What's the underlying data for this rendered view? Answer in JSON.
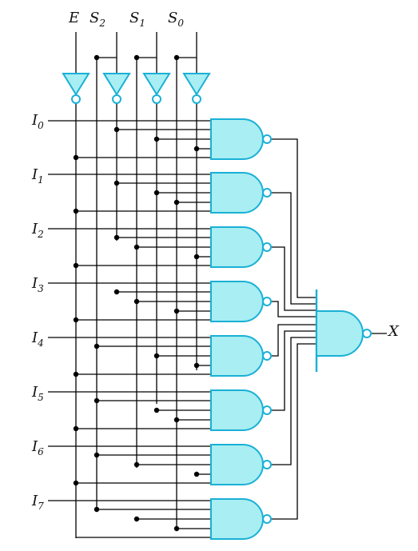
{
  "top_inputs": [
    {
      "letter": "E",
      "sub": ""
    },
    {
      "letter": "S",
      "sub": "2"
    },
    {
      "letter": "S",
      "sub": "1"
    },
    {
      "letter": "S",
      "sub": "0"
    }
  ],
  "data_inputs": [
    {
      "letter": "I",
      "sub": "0"
    },
    {
      "letter": "I",
      "sub": "1"
    },
    {
      "letter": "I",
      "sub": "2"
    },
    {
      "letter": "I",
      "sub": "3"
    },
    {
      "letter": "I",
      "sub": "4"
    },
    {
      "letter": "I",
      "sub": "5"
    },
    {
      "letter": "I",
      "sub": "6"
    },
    {
      "letter": "I",
      "sub": "7"
    }
  ],
  "output_label": "X",
  "colors": {
    "gate_fill": "#a8eef2",
    "gate_stroke": "#1ab0d6",
    "wire": "#000000"
  }
}
